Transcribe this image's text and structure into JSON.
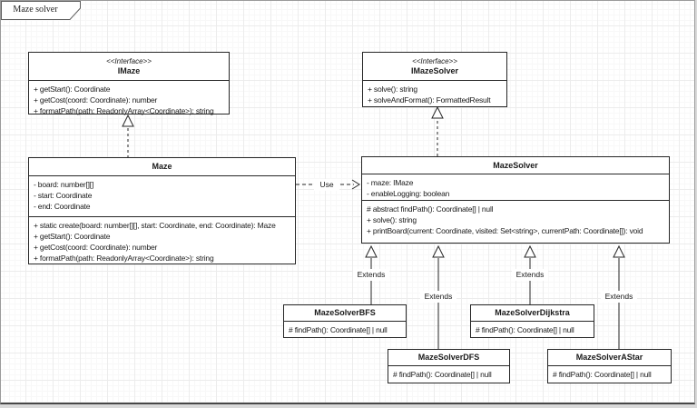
{
  "page": {
    "tab_label": "Maze solver"
  },
  "colors": {
    "canvas_background": "#ffffff",
    "grid_major": "#ececec",
    "grid_minor": "#f8f8f8",
    "frame_border": "#9b9b9b",
    "frame_bottom": "#474747",
    "box_fill": "#ffffff",
    "box_stroke": "#262626",
    "text": "#1a1a1a"
  },
  "classes": {
    "imaze": {
      "stereotype": "<<Interface>>",
      "name": "IMaze",
      "methods": [
        "+ getStart(): Coordinate",
        "+ getCost(coord: Coordinate): number",
        "+ formatPath(path: ReadonlyArray<Coordinate>): string"
      ]
    },
    "imazesolver": {
      "stereotype": "<<Interface>>",
      "name": "IMazeSolver",
      "methods": [
        "+ solve(): string",
        "+ solveAndFormat(): FormattedResult"
      ]
    },
    "maze": {
      "name": "Maze",
      "attributes": [
        "- board: number[][]",
        "- start: Coordinate",
        "- end: Coordinate"
      ],
      "methods": [
        "+ static create(board: number[][], start: Coordinate, end: Coordinate): Maze",
        "+ getStart(): Coordinate",
        "+ getCost(coord: Coordinate): number",
        "+ formatPath(path: ReadonlyArray<Coordinate>): string"
      ]
    },
    "mazesolver": {
      "name": "MazeSolver",
      "attributes": [
        "- maze: IMaze",
        "- enableLogging: boolean"
      ],
      "methods": [
        "# abstract findPath(): Coordinate[] | null",
        "+ solve(): string",
        "+ printBoard(current: Coordinate, visited: Set<string>, currentPath: Coordinate[]): void"
      ]
    },
    "bfs": {
      "name": "MazeSolverBFS",
      "methods": [
        "# findPath(): Coordinate[] | null"
      ]
    },
    "dfs": {
      "name": "MazeSolverDFS",
      "methods": [
        "# findPath(): Coordinate[] | null"
      ]
    },
    "dijkstra": {
      "name": "MazeSolverDijkstra",
      "methods": [
        "# findPath(): Coordinate[] | null"
      ]
    },
    "astar": {
      "name": "MazeSolverAStar",
      "methods": [
        "# findPath(): Coordinate[] | null"
      ]
    }
  },
  "relationships": [
    {
      "type": "realization",
      "from": "Maze",
      "to": "IMaze",
      "label": ""
    },
    {
      "type": "realization",
      "from": "MazeSolver",
      "to": "IMazeSolver",
      "label": ""
    },
    {
      "type": "dependency",
      "from": "Maze",
      "to": "MazeSolver",
      "label": "Use"
    },
    {
      "type": "generalization",
      "from": "MazeSolverBFS",
      "to": "MazeSolver",
      "label": "Extends"
    },
    {
      "type": "generalization",
      "from": "MazeSolverDFS",
      "to": "MazeSolver",
      "label": "Extends"
    },
    {
      "type": "generalization",
      "from": "MazeSolverDijkstra",
      "to": "MazeSolver",
      "label": "Extends"
    },
    {
      "type": "generalization",
      "from": "MazeSolverAStar",
      "to": "MazeSolver",
      "label": "Extends"
    }
  ]
}
